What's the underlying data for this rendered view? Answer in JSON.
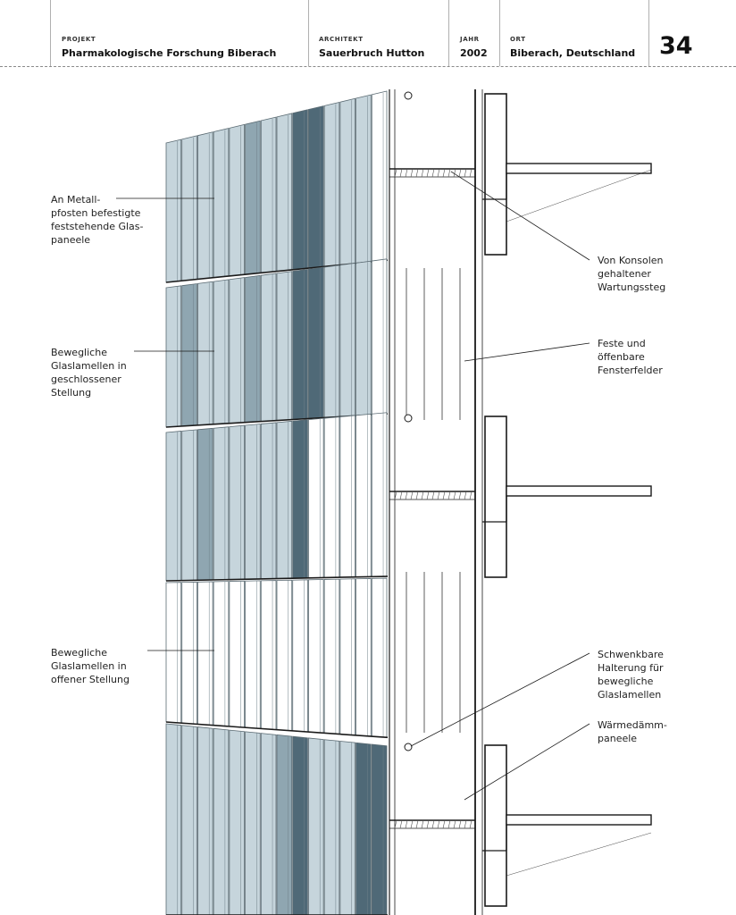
{
  "header": {
    "projekt_label": "PROJEKT",
    "projekt_value": "Pharmakologische Forschung Biberach",
    "architekt_label": "ARCHITEKT",
    "architekt_value": "Sauerbruch Hutton",
    "jahr_label": "JAHR",
    "jahr_value": "2002",
    "ort_label": "ORT",
    "ort_value": "Biberach, Deutschland",
    "page_number": "34"
  },
  "labels": {
    "fixed_panels": [
      "An Metall-",
      "pfosten befestigte",
      "feststehende Glas-",
      "paneele"
    ],
    "louvres_closed": [
      "Bewegliche",
      "Glaslamellen in",
      "geschlossener",
      "Stellung"
    ],
    "louvres_open": [
      "Bewegliche",
      "Glaslamellen in",
      "offener Stellung"
    ],
    "walkway": [
      "Von Konsolen",
      "gehaltener",
      "Wartungssteg"
    ],
    "windows": [
      "Feste und",
      "öffenbare",
      "Fensterfelder"
    ],
    "bracket": [
      "Schwenkbare",
      "Halterung für",
      "bewegliche",
      "Glaslamellen"
    ],
    "insulation": [
      "Wärmedämm-",
      "paneele"
    ]
  },
  "colors": {
    "glass_light": "#c6d5dc",
    "glass_mid": "#8fa6b1",
    "glass_dark": "#4f6977",
    "glass_clear": "#ffffff",
    "line": "#1a1a1a"
  }
}
